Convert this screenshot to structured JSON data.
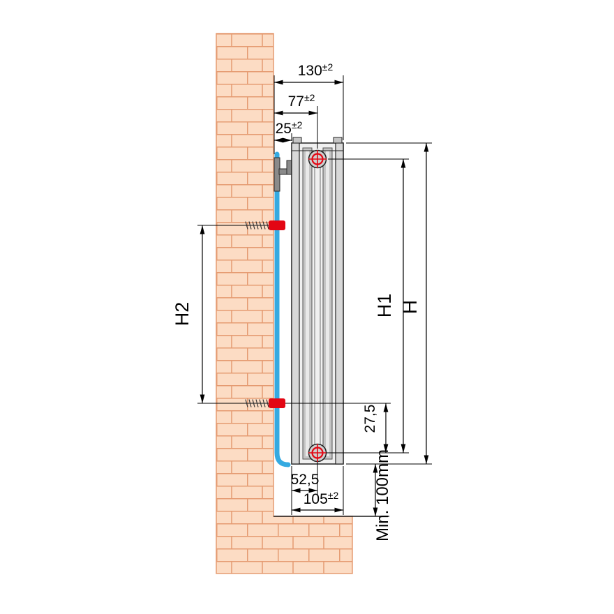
{
  "diagram": {
    "name": "Panel radiator wall-mounting side view with installation dimensions",
    "colors": {
      "brick_fill": "#fcdcc4",
      "brick_line": "#e59b72",
      "pipe_blue": "#35aae1",
      "accent_red": "#e30613",
      "radiator_gray": "#d8d8d8",
      "outline": "#1a1a1a"
    },
    "dims": {
      "depth_total": {
        "value": "130",
        "tol": "±2"
      },
      "depth_valve": {
        "value": "77",
        "tol": "±2"
      },
      "wall_gap": {
        "value": "25",
        "tol": "±2"
      },
      "h": "H",
      "h1": "H1",
      "h2": "H2",
      "bottom_connection_offset": "27,5",
      "valve_from_rear": "52,5",
      "radiator_depth": {
        "value": "105",
        "tol": "±2"
      },
      "floor_clearance": "Min. 100mm"
    }
  }
}
